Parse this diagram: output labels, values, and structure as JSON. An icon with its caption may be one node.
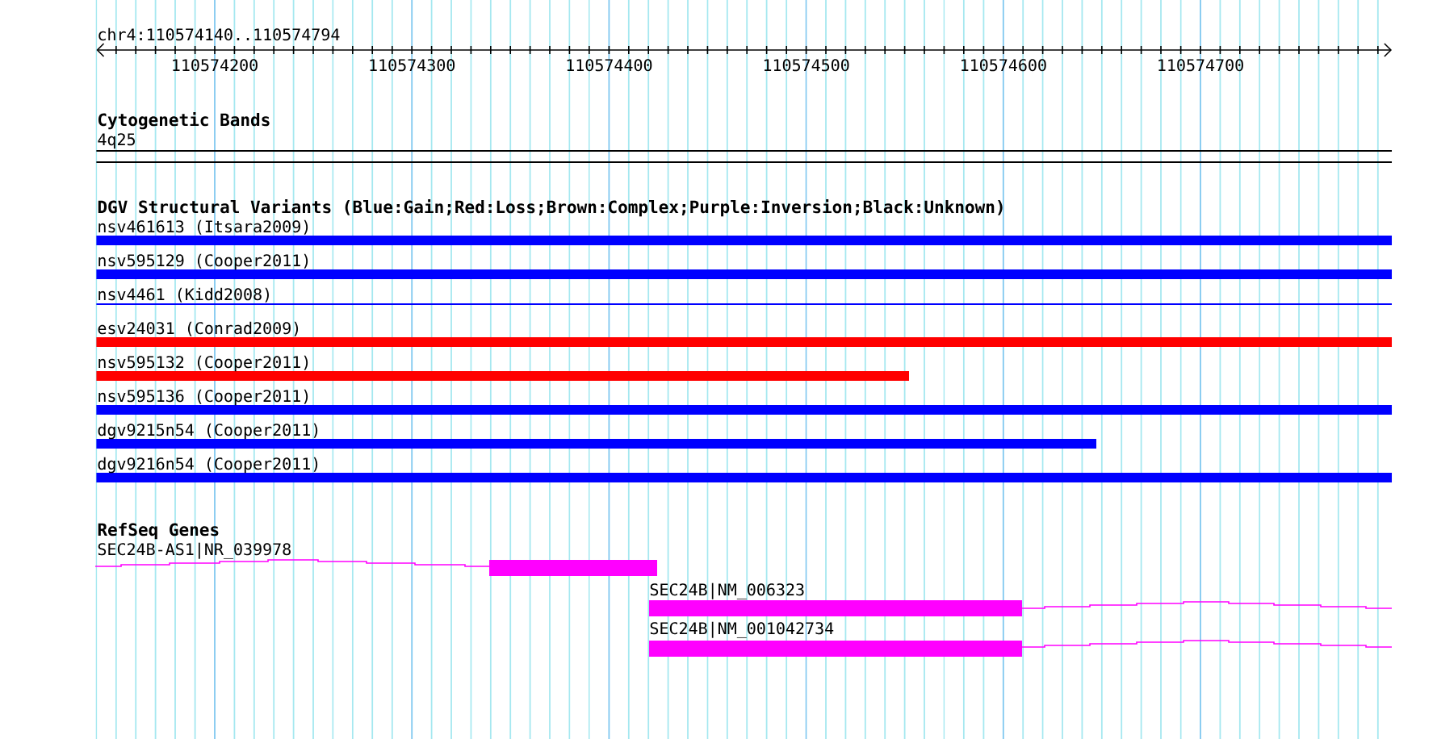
{
  "diagram": {
    "title": "chr4:110574140..110574794",
    "nodes": [
      {
        "text": [
          "4q25"
        ]
      },
      {
        "text": [
          "nsv461613 (Itsara2009)"
        ]
      },
      {
        "text": [
          "nsv595129 (Cooper2011)"
        ]
      },
      {
        "text": [
          "nsv4461 (Kidd2008)"
        ]
      },
      {
        "text": [
          "esv24031 (Conrad2009)"
        ]
      },
      {
        "text": [
          "nsv595132 (Cooper2011)"
        ]
      },
      {
        "text": [
          "nsv595136 (Cooper2011)"
        ]
      },
      {
        "text": [
          "dgv9215n54 (Cooper2011)"
        ]
      },
      {
        "text": [
          "dgv9216n54 (Cooper2011)"
        ]
      },
      {
        "text": [
          "SEC24B-AS1|NR_039978"
        ]
      },
      {
        "text": [
          "SEC24B|NM_006323"
        ]
      },
      {
        "text": [
          "SEC24B|NM_001042734"
        ]
      }
    ],
    "labels": [
      "110574200",
      "110574300",
      "110574400",
      "110574500",
      "110574600",
      "110574700",
      "Cytogenetic Bands",
      "DGV Structural Variants (Blue:Gain;Red:Loss;Brown:Complex;Purple:Inversion;Black:Unknown)",
      "RefSeq Genes"
    ]
  }
}
